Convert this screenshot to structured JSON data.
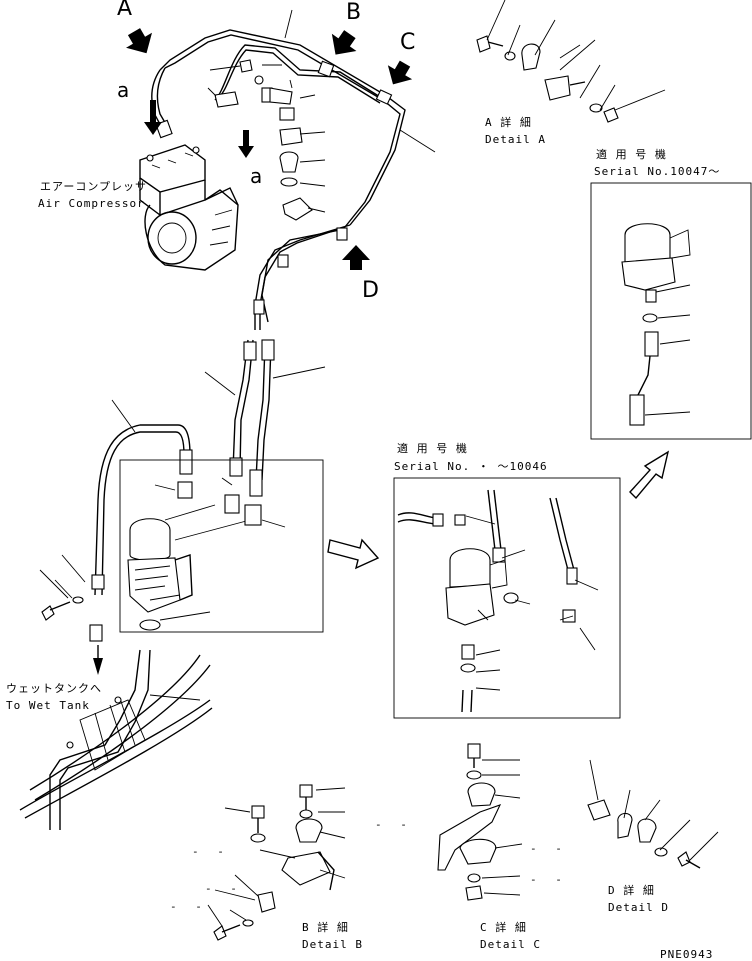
{
  "view_letters": {
    "a": "A",
    "b": "B",
    "c": "C",
    "d": "D"
  },
  "port_labels": {
    "upper": "a",
    "lower": "a"
  },
  "air_compressor": {
    "jp": "エアーコンプレッサ",
    "en": "Air Compressor"
  },
  "detail_a": {
    "jp": "A 詳 細",
    "en": "Detail A"
  },
  "detail_b": {
    "jp": "B 詳 細",
    "en": "Detail B"
  },
  "detail_c": {
    "jp": "C 詳 細",
    "en": "Detail C"
  },
  "detail_d": {
    "jp": "D 詳 細",
    "en": "Detail D"
  },
  "serial_new": {
    "jp": "適 用 号 機",
    "en": "Serial No.10047～"
  },
  "serial_old": {
    "jp": "適 用 号 機",
    "en": "Serial No. ・ ～10046"
  },
  "wet_tank": {
    "jp": "ウェットタンクへ",
    "en": "To Wet Tank"
  },
  "doc_number": "PNE0943",
  "blank_marks": "- -"
}
